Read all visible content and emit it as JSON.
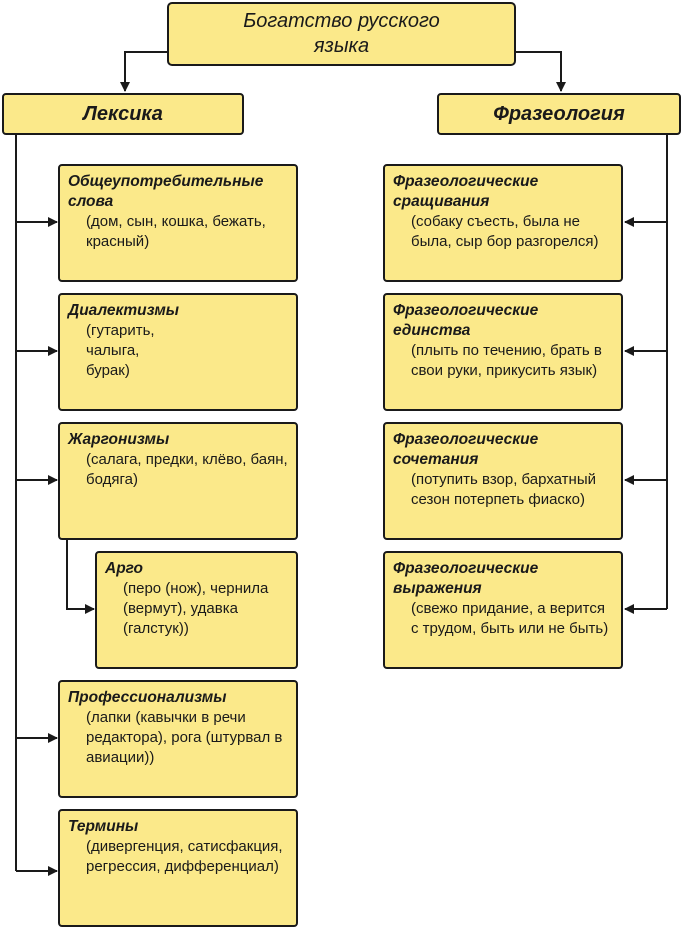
{
  "root": {
    "title": "Богатство русского языка"
  },
  "lexicon": {
    "title": "Лексика",
    "items": [
      {
        "term": "Общеупотребительные слова",
        "examples": "(дом, сын, кошка, бежать, красный)"
      },
      {
        "term": "Диалектизмы",
        "examples": "(гутарить, чалыга, бурак)"
      },
      {
        "term": "Жаргонизмы",
        "examples": "(салага, предки, клёво, баян, бодяга)"
      },
      {
        "term": "Арго",
        "examples": "(перо (нож), чернила (вермут), удавка (галстук))"
      },
      {
        "term": "Профессионализмы",
        "examples": "(лапки (кавычки в речи редактора), рога (штурвал в авиации))"
      },
      {
        "term": "Термины",
        "examples": "(дивергенция, сатисфакция, регрессия, дифференциал)"
      }
    ]
  },
  "phraseology": {
    "title": "Фразеология",
    "items": [
      {
        "term": "Фразеологические сращивания",
        "examples": "(собаку съесть, была не была, сыр бор разгорелся)"
      },
      {
        "term": "Фразеологические единства",
        "examples": "(плыть по течению, брать в свои руки, прикусить язык)"
      },
      {
        "term": "Фразеологические сочетания",
        "examples": "(потупить взор, бархатный сезон потерпеть фиаско)"
      },
      {
        "term": "Фразеологические выражения",
        "examples": "(свежо придание, а верится с трудом, быть или не быть)"
      }
    ]
  },
  "colors": {
    "box_fill": "#fbe98a",
    "stroke": "#1a1a1a"
  }
}
